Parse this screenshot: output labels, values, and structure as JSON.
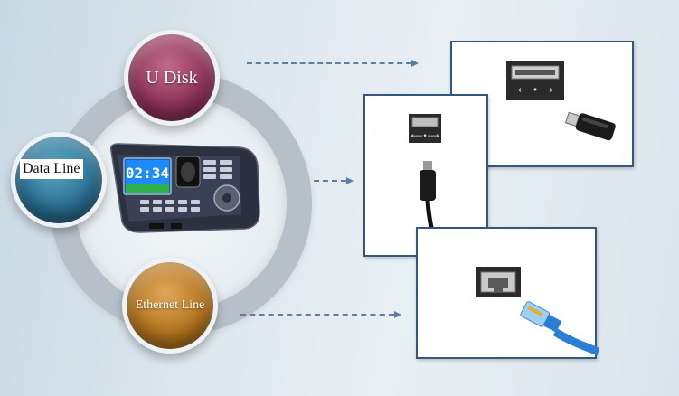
{
  "labels": {
    "udisk": "U Disk",
    "data_line": "Data Line",
    "ethernet_line": "Ethernet Line",
    "clock": "02:34"
  },
  "colors": {
    "udisk_orb": "#8f3358",
    "data_orb": "#2a6f92",
    "ethernet_orb": "#b4761f",
    "ring": "#b7c0c8",
    "arrow": "#5a7ea6",
    "card_border": "#34577e",
    "cable_blue": "#2a7fd4"
  },
  "icons": {
    "device": "fingerprint-attendance-terminal",
    "usb_port": "usb-port-icon",
    "usb_flash_drive": "usb-flash-drive-icon",
    "mini_usb": "mini-usb-connector-icon",
    "rj45_port": "rj45-port-icon",
    "rj45_cable": "ethernet-cable-icon"
  }
}
